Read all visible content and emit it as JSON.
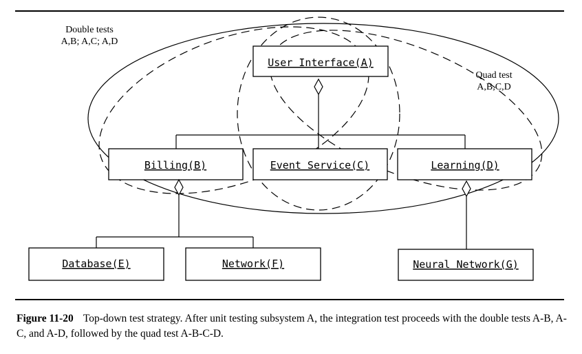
{
  "nodes": {
    "a": "User Interface(A)",
    "b": "Billing(B)",
    "c": "Event Service(C)",
    "d": "Learning(D)",
    "e": "Database(E)",
    "f": "Network(F)",
    "g": "Neural Network(G)"
  },
  "annotations": {
    "double_line1": "Double tests",
    "double_line2": "A,B; A,C; A,D",
    "quad_line1": "Quad test",
    "quad_line2": "A,B,C,D"
  },
  "caption": {
    "label": "Figure 11-20",
    "text": "Top-down test strategy. After unit testing subsystem A, the integration test proceeds with the double tests A-B, A-C, and A-D, followed by the quad test A-B-C-D."
  }
}
